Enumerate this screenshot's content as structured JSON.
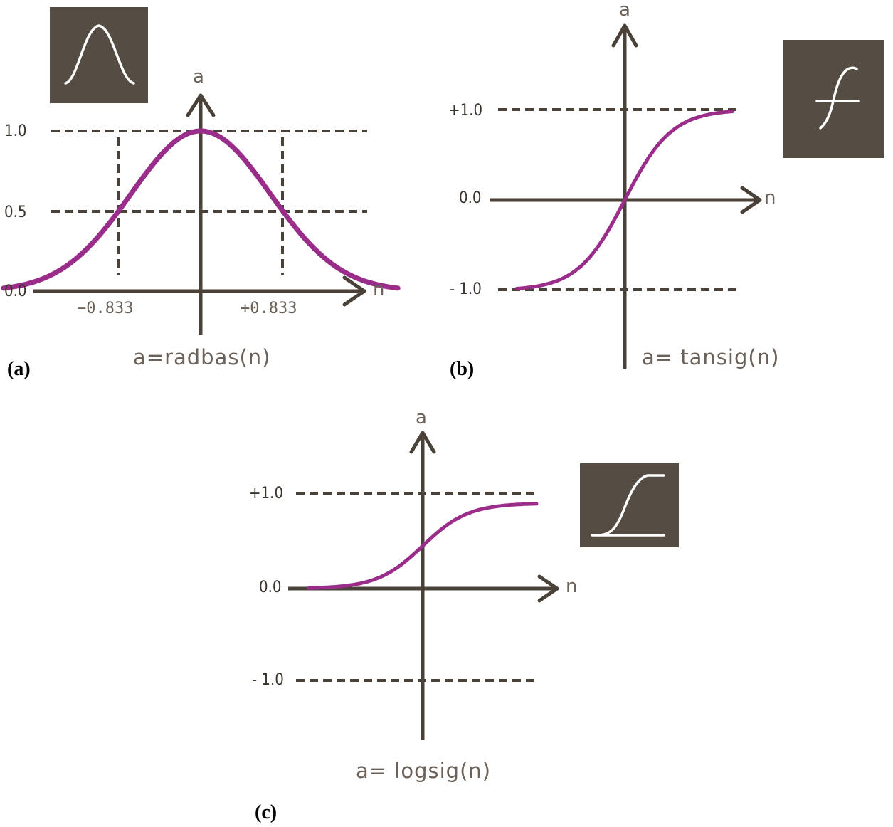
{
  "panels": {
    "a": {
      "label": "(a)",
      "function": "a=radbas(n)",
      "y_axis": "a",
      "x_axis": "n",
      "y_ticks": [
        "1.0",
        "0.5",
        "0.0"
      ],
      "x_ticks": [
        "−0.833",
        "+0.833"
      ],
      "icon": "gaussian-bell-icon"
    },
    "b": {
      "label": "(b)",
      "function": "a= tansig(n)",
      "y_axis": "a",
      "x_axis": "n",
      "y_ticks": [
        "+1.0",
        "0.0",
        "- 1.0"
      ],
      "icon": "tanh-sigmoid-icon"
    },
    "c": {
      "label": "(c)",
      "function": "a= logsig(n)",
      "y_axis": "a",
      "x_axis": "n",
      "y_ticks": [
        "+1.0",
        "0.0",
        "- 1.0"
      ],
      "icon": "logistic-sigmoid-icon"
    }
  },
  "colors": {
    "curve": "#9b2d8a",
    "axis": "#4a4138",
    "icon_background": "#554c43"
  }
}
